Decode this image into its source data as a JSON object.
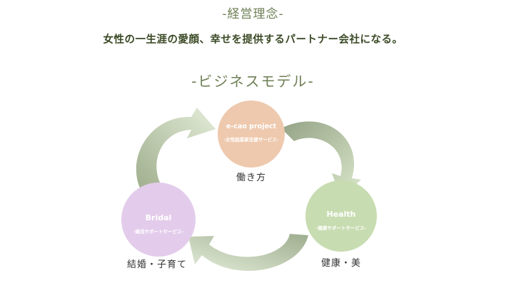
{
  "header": {
    "philosophy_heading": "-経営理念-",
    "mission_statement": "女性の一生涯の愛顔、幸せを提供するパートナー会社になる。",
    "business_model_heading": "-ビジネスモデル-"
  },
  "nodes": [
    {
      "id": "ecao",
      "title": "e-cao project",
      "subtitle": "-女性起業家支援サービス-",
      "caption": "働き方",
      "color": "#eec9ae"
    },
    {
      "id": "health",
      "title": "Health",
      "subtitle": "-健康サポートサービス-",
      "caption": "健康・美",
      "color": "#c8dcb1"
    },
    {
      "id": "bridal",
      "title": "Bridal",
      "subtitle": "-婚活サポートサービス-",
      "caption": "結婚・子育て",
      "color": "#e3cceb"
    }
  ],
  "colors": {
    "heading": "#6e7f55",
    "mission_text": "#3b4a26",
    "arrow_light": "#dce8d0",
    "arrow_dark": "#9fb08e"
  }
}
